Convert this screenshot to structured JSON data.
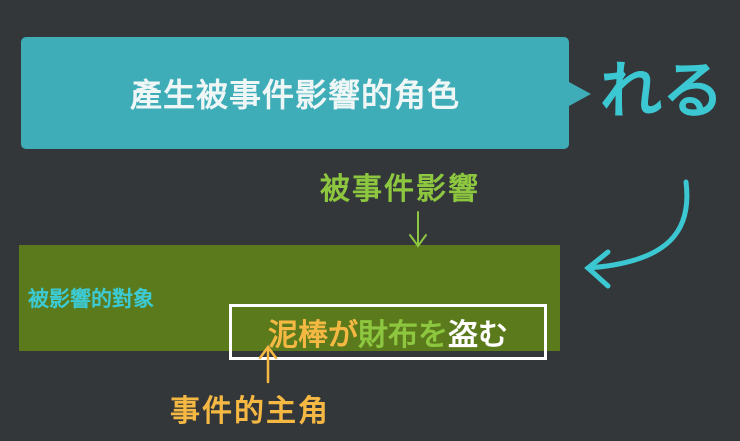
{
  "callout": {
    "text": "產生被事件影響的角色",
    "suffix": "れる",
    "color": "#3fadb8"
  },
  "labels": {
    "top": "被事件影響",
    "left": "被影響的對象",
    "bottom": "事件的主角"
  },
  "sentence": {
    "agent": "泥棒が",
    "object": "財布を",
    "verb": "盗む"
  },
  "colors": {
    "background": "#33373a",
    "panel": "#5a7a1c",
    "cyan": "#3cc8d2",
    "green": "#8dc63f",
    "orange": "#f5b843",
    "white": "#ffffff"
  },
  "icons": {
    "top_arrow": "arrow-down-icon",
    "bottom_arrow": "arrow-up-icon",
    "curved_arrow": "curved-arrow-icon"
  }
}
